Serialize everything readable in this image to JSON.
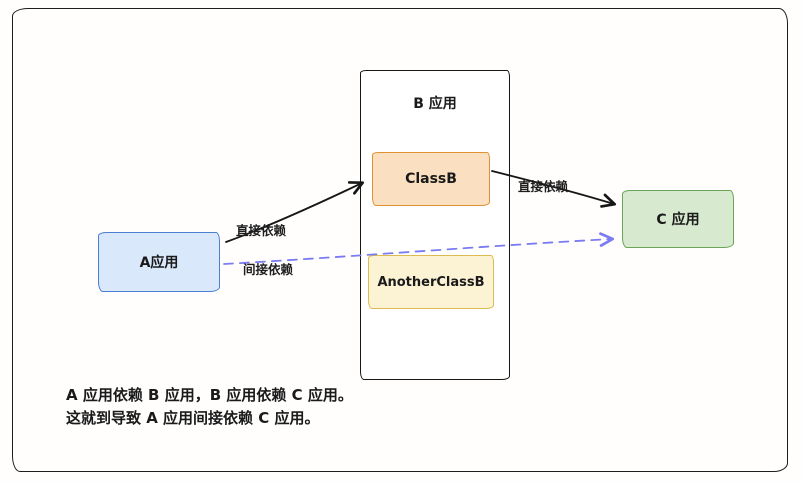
{
  "diagram": {
    "container_b": {
      "title": "B 应用"
    },
    "nodes": {
      "a": {
        "label": "A应用"
      },
      "class_b": {
        "label": "ClassB"
      },
      "another_class_b": {
        "label": "AnotherClassB"
      },
      "c": {
        "label": "C 应用"
      }
    },
    "edges": {
      "a_to_classb": {
        "label": "直接依赖",
        "style": "solid",
        "color": "#1a1a1a"
      },
      "classb_to_c": {
        "label": "直接依赖",
        "style": "solid",
        "color": "#1a1a1a"
      },
      "a_to_c": {
        "label": "间接依赖",
        "style": "dashed",
        "color": "#7b7bf2"
      }
    },
    "caption": {
      "line1": "A 应用依赖 B 应用，B 应用依赖 C 应用。",
      "line2": "这就到导致 A 应用间接依赖 C 应用。"
    },
    "colors": {
      "node_a_fill": "#d9e8fb",
      "node_a_border": "#4a7fd1",
      "class_b_fill": "#fbdfc1",
      "class_b_border": "#df9232",
      "another_class_b_fill": "#fcf3d4",
      "another_class_b_border": "#ddbb4e",
      "node_c_fill": "#d7e9cf",
      "node_c_border": "#69a556",
      "frame_border": "#1d1d1d",
      "dashed_arrow": "#7b7bf2"
    }
  }
}
